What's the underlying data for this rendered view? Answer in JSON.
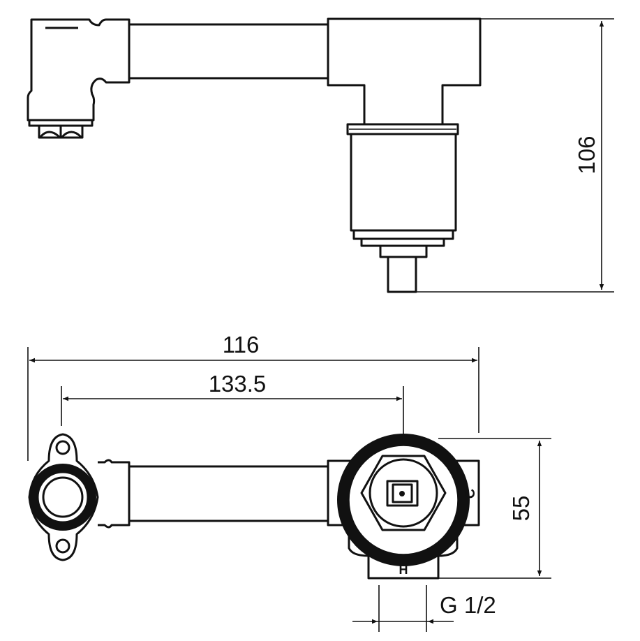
{
  "dimensions": {
    "height_top_view": "106",
    "overall_width": "116",
    "center_distance": "133.5",
    "body_height": "55",
    "thread": "G 1/2"
  },
  "markings": {
    "hot": "H",
    "cold": "C"
  }
}
